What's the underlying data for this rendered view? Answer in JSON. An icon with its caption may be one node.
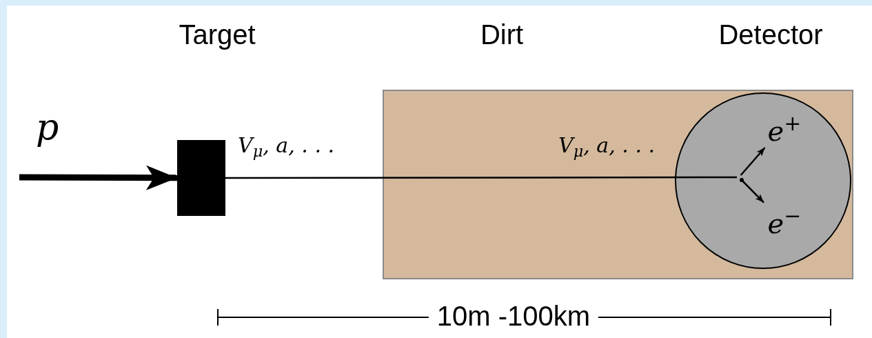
{
  "diagram": {
    "nodes": [
      {
        "text": [],
        "shape": "box",
        "beside": [
          "Target"
        ]
      },
      {
        "text": [],
        "shape": "box",
        "beside": [
          "Dirt"
        ]
      },
      {
        "text": [],
        "shape": "circle",
        "in": 1,
        "beside": [
          "Detector"
        ]
      },
      {
        "text": [
          "e$^{+}$"
        ],
        "in": 2
      },
      {
        "text": [
          "e$^{−}$"
        ],
        "in": 2
      },
      {
        "text": [],
        "shape": "dot",
        "in": 2
      }
    ],
    "edges": [
      {
        "from": null,
        "to": 0,
        "arrow": "to",
        "style": "thick",
        "label": "p"
      },
      {
        "from": 0,
        "to": 5,
        "arrow": "none",
        "label": "V$_{μ}$, a, . . ."
      },
      {
        "from": 5,
        "to": 3,
        "arrow": "to"
      },
      {
        "from": 5,
        "to": 4,
        "arrow": "to"
      }
    ],
    "labels": [
      "V$_{μ}$, a, . . .",
      "10m -100km"
    ]
  }
}
